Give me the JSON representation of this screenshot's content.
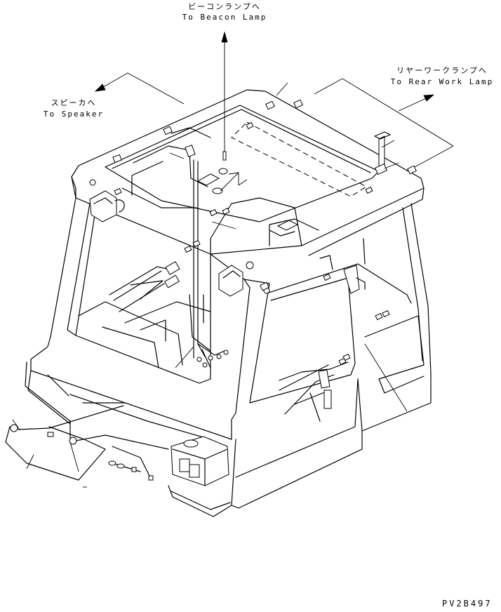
{
  "callouts": {
    "beacon": {
      "jp": "ビーコンランプへ",
      "en": "To Beacon Lamp"
    },
    "speaker": {
      "jp": "スピーカへ",
      "en": "To Speaker"
    },
    "rear_work": {
      "jp": "リヤーワークランプへ",
      "en": "To Rear Work Lamp"
    }
  },
  "drawing_code": "PV2B497"
}
